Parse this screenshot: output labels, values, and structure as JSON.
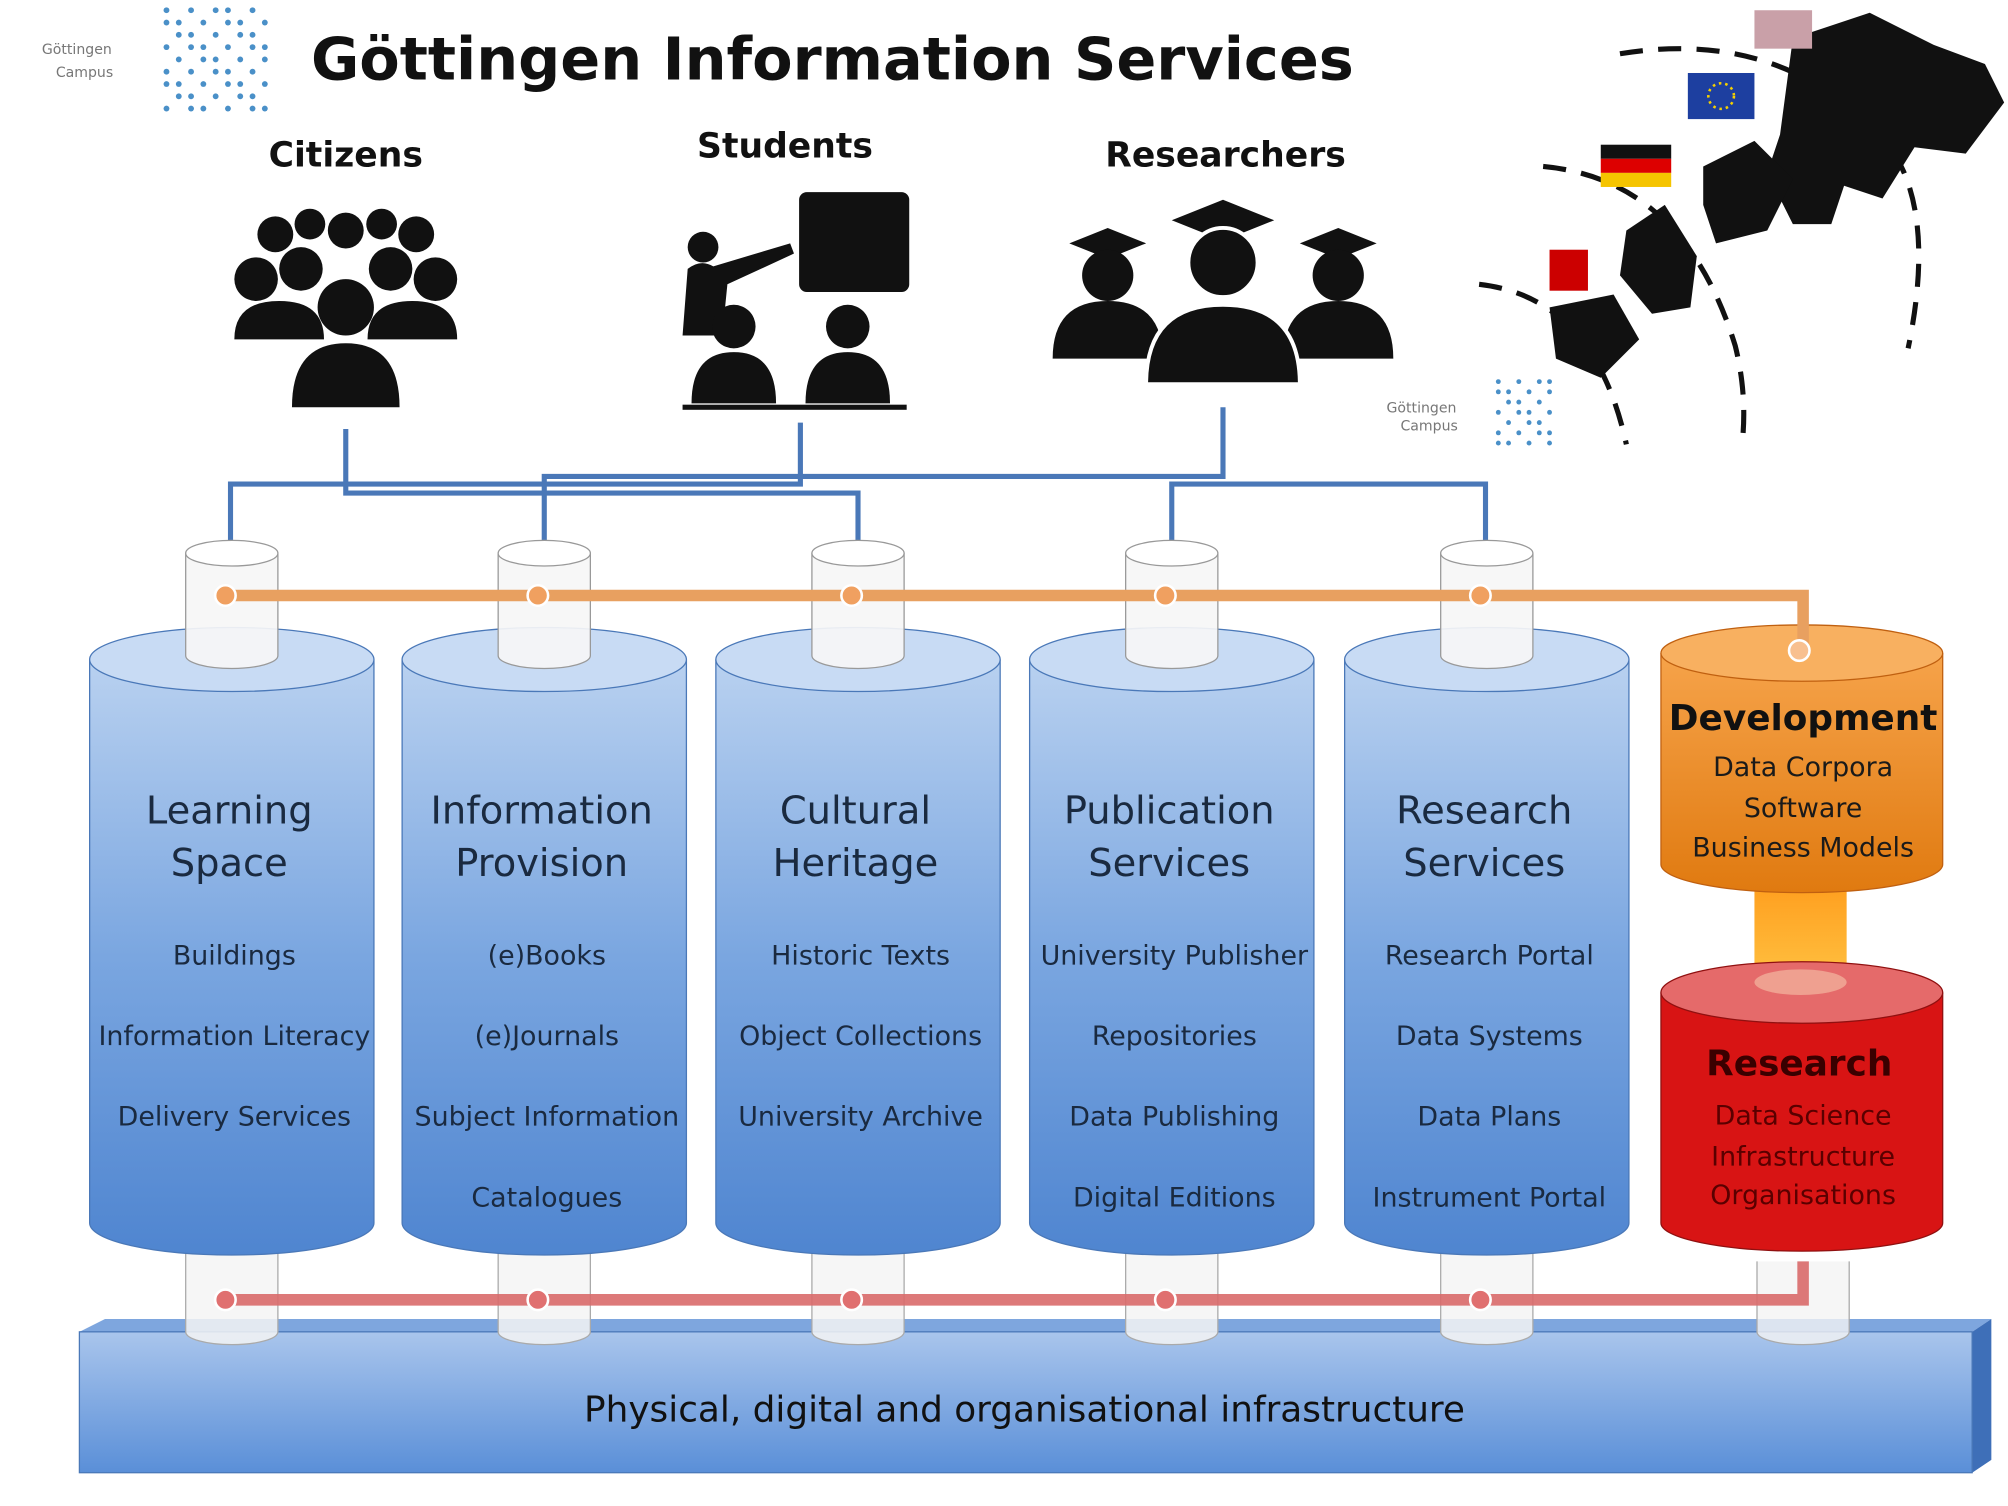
{
  "title": "Göttingen Information Services",
  "logo": {
    "line1": "Göttingen",
    "line2": "Campus"
  },
  "audiences": [
    {
      "label": "Citizens",
      "icon": "crowd-icon"
    },
    {
      "label": "Students",
      "icon": "teacher-students-icon"
    },
    {
      "label": "Researchers",
      "icon": "graduates-icon"
    }
  ],
  "pillars": [
    {
      "heading": [
        "Learning",
        "Space"
      ],
      "items": [
        "Buildings",
        "Information Literacy",
        "Delivery Services"
      ]
    },
    {
      "heading": [
        "Information",
        "Provision"
      ],
      "items": [
        "(e)Books",
        "(e)Journals",
        "Subject Information",
        "Catalogues"
      ]
    },
    {
      "heading": [
        "Cultural",
        "Heritage"
      ],
      "items": [
        "Historic Texts",
        "Object Collections",
        "University Archive"
      ]
    },
    {
      "heading": [
        "Publication",
        "Services"
      ],
      "items": [
        "University Publisher",
        "Repositories",
        "Data Publishing",
        "Digital Editions"
      ]
    },
    {
      "heading": [
        "Research",
        "Services"
      ],
      "items": [
        "Research Portal",
        "Data Systems",
        "Data Plans",
        "Instrument Portal"
      ]
    }
  ],
  "development": {
    "heading": "Development",
    "items": [
      "Data Corpora",
      "Software",
      "Business Models"
    ]
  },
  "research": {
    "heading": "Research",
    "items": [
      "Data Science",
      "Infrastructure",
      "Organisations"
    ]
  },
  "base": "Physical, digital and organisational infrastructure",
  "colors": {
    "pillar": "#5b8fd6",
    "orange_link": "#e8a060",
    "red_link": "#d96a6a",
    "development": "#f08a1c",
    "research": "#d81414",
    "audience_link": "#4a78b8"
  }
}
